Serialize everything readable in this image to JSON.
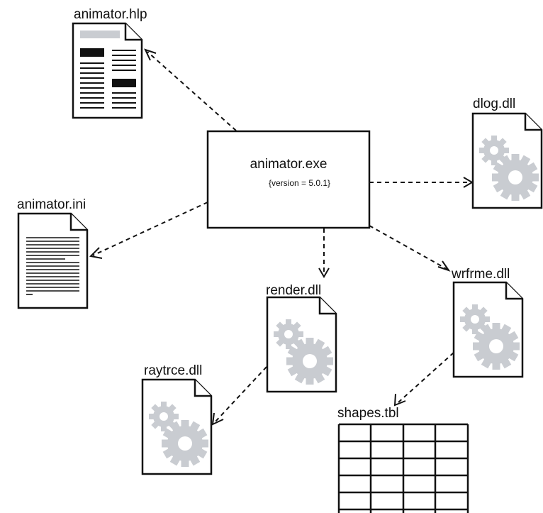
{
  "colors": {
    "gear": "#c9ccd1",
    "line": "#111111",
    "help_bar": "#c9ccd1"
  },
  "icons": {
    "help": "help-document-icon",
    "ini": "text-document-icon",
    "library": "gear-document-icon",
    "table": "table-grid-icon"
  },
  "executable": {
    "name": "animator.exe",
    "version": "{version = 5.0.1}"
  },
  "files": {
    "hlp": {
      "name": "animator.hlp"
    },
    "ini": {
      "name": "animator.ini"
    },
    "dlog": {
      "name": "dlog.dll"
    },
    "render": {
      "name": "render.dll"
    },
    "wrfrme": {
      "name": "wrfrme.dll"
    },
    "raytrce": {
      "name": "raytrce.dll"
    },
    "shapes": {
      "name": "shapes.tbl"
    }
  },
  "dependencies": [
    {
      "from": "animator.exe",
      "to": "animator.hlp"
    },
    {
      "from": "animator.exe",
      "to": "animator.ini"
    },
    {
      "from": "animator.exe",
      "to": "dlog.dll"
    },
    {
      "from": "animator.exe",
      "to": "render.dll"
    },
    {
      "from": "animator.exe",
      "to": "wrfrme.dll"
    },
    {
      "from": "render.dll",
      "to": "raytrce.dll"
    },
    {
      "from": "wrfrme.dll",
      "to": "shapes.tbl"
    }
  ]
}
